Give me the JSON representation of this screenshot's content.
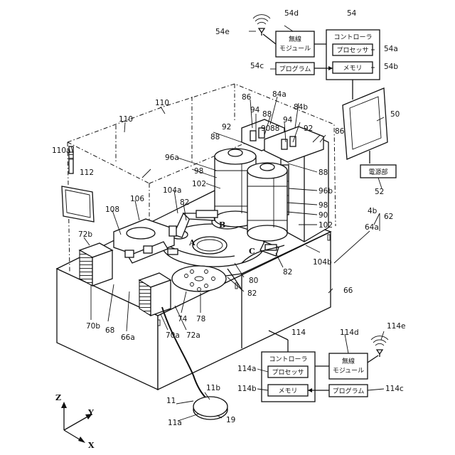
{
  "axes": {
    "z": "Z",
    "y": "Y",
    "x": "X"
  },
  "controller_top": {
    "title": "コントローラ",
    "processor": "プロセッサ",
    "memory": "メモリ",
    "wireless_l1": "無線",
    "wireless_l2": "モジュール",
    "program": "プログラム"
  },
  "controller_bottom": {
    "title": "コントローラ",
    "processor": "プロセッサ",
    "memory": "メモリ",
    "wireless_l1": "無線",
    "wireless_l2": "モジュール",
    "program": "プログラム"
  },
  "power_unit": "電源部",
  "site_markers": {
    "a": "A",
    "b": "B",
    "c": "C"
  },
  "refs": {
    "r54d": "54d",
    "r54": "54",
    "r54e": "54e",
    "r54a": "54a",
    "r54c": "54c",
    "r54b": "54b",
    "r84a": "84a",
    "r86a": "86",
    "r84b": "84b",
    "r94a": "94",
    "r88a": "88",
    "r50": "50",
    "r110a": "110",
    "r110b": "110",
    "r92a": "92",
    "r90a": "90",
    "r88b": "88",
    "r94b": "94",
    "r92b": "92",
    "r86b": "86",
    "r110c": "110a",
    "r96a": "96a",
    "r98a": "98",
    "r102a": "102",
    "r88c": "88",
    "r112": "112",
    "r104a": "104a",
    "r96b": "96b",
    "r98b": "98",
    "r52": "52",
    "r106": "106",
    "r108": "108",
    "r82a": "82",
    "r90b": "90",
    "r4b": "4b",
    "r62": "62",
    "r102b": "102",
    "r64a": "64a",
    "r72b": "72b",
    "r104b": "104b",
    "r82b": "82",
    "r80": "80",
    "r82c": "82",
    "r66": "66",
    "r70b": "70b",
    "r68": "68",
    "r66a": "66a",
    "r74": "74",
    "r78": "78",
    "r70a": "70a",
    "r72a": "72a",
    "r114": "114",
    "r114d": "114d",
    "r114e": "114e",
    "r114a": "114a",
    "r114b": "114b",
    "r114c": "114c",
    "r11": "11",
    "r11b": "11b",
    "r11a": "11a",
    "r19": "19"
  }
}
